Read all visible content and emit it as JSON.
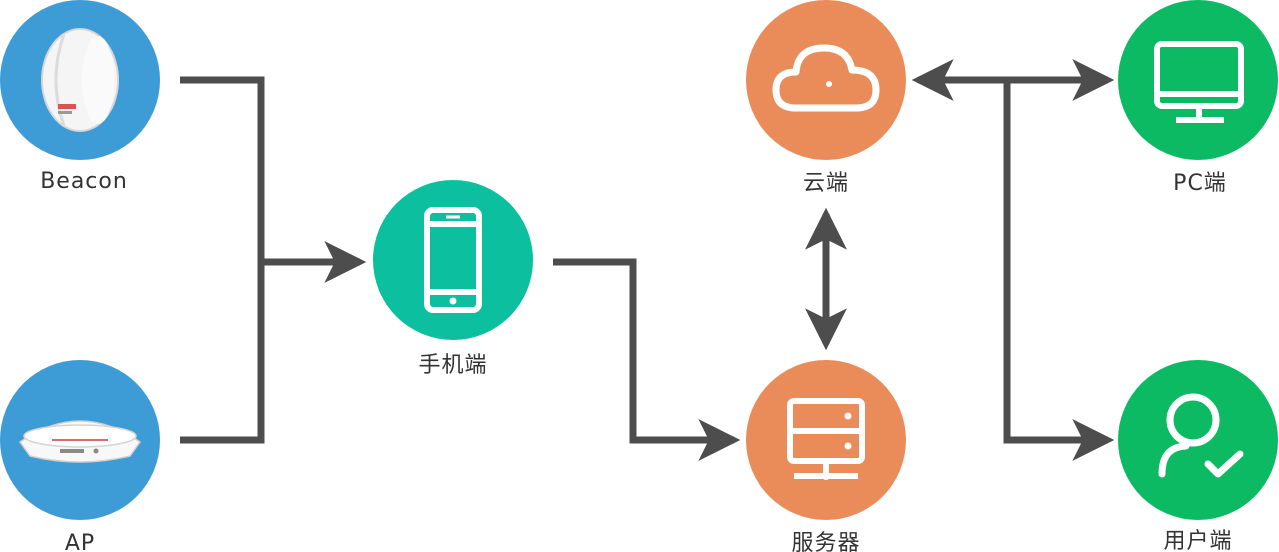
{
  "nodes": {
    "beacon": {
      "label": "Beacon",
      "icon": "beacon-device-icon"
    },
    "ap": {
      "label": "AP",
      "icon": "ceiling-ap-device-icon"
    },
    "phone": {
      "label": "手机端",
      "icon": "smartphone-icon"
    },
    "cloud": {
      "label": "云端",
      "icon": "cloud-icon"
    },
    "server": {
      "label": "服务器",
      "icon": "server-icon"
    },
    "pc": {
      "label": "PC端",
      "icon": "monitor-icon"
    },
    "user": {
      "label": "用户端",
      "icon": "user-check-icon"
    }
  },
  "colors": {
    "blue": "#3d9bd6",
    "teal": "#0bbf9f",
    "orange": "#ea8c59",
    "green": "#0bba62",
    "connector": "#4d4d4d",
    "label": "#333333"
  }
}
